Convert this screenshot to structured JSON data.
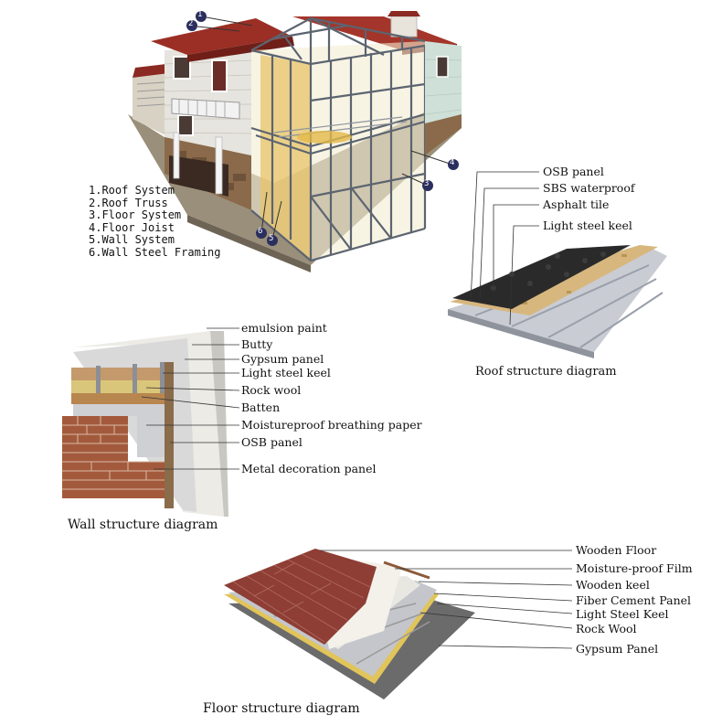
{
  "house": {
    "callouts": [
      "1",
      "2",
      "3",
      "4",
      "5",
      "6"
    ],
    "legend": [
      "1.Roof System",
      "2.Roof Truss",
      "3.Floor System",
      "4.Floor Joist",
      "5.Wall System",
      "6.Wall Steel Framing"
    ]
  },
  "roof": {
    "labels": [
      "OSB panel",
      "SBS waterproof",
      "Asphalt tile",
      "Light steel keel"
    ],
    "caption": "Roof structure diagram"
  },
  "wall": {
    "labels": [
      "emulsion paint",
      "Butty",
      "Gypsum panel",
      "Light steel keel",
      "Rock wool",
      "Batten",
      "Moistureproof breathing paper",
      "OSB panel",
      "Metal decoration panel"
    ],
    "caption": "Wall structure diagram"
  },
  "floor": {
    "labels": [
      "Wooden Floor",
      "Moisture-proof Film",
      "Wooden keel",
      "Fiber Cement Panel",
      "Light Steel Keel",
      "Rock Wool",
      "Gypsum Panel"
    ],
    "caption": "Floor structure diagram"
  }
}
